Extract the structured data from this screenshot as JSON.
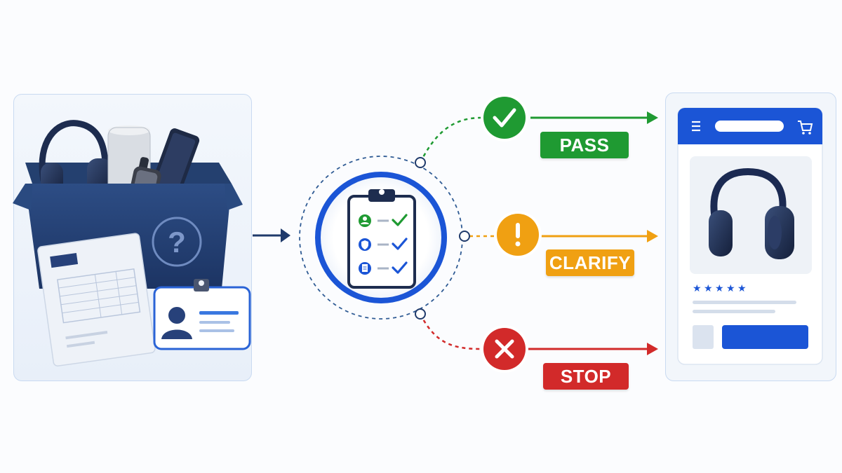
{
  "outcomes": {
    "pass": {
      "label": "PASS",
      "color": "#1f9a32",
      "icon": "checkmark-icon"
    },
    "clarify": {
      "label": "CLARIFY",
      "color": "#f0a012",
      "icon": "exclamation-icon"
    },
    "stop": {
      "label": "STOP",
      "color": "#d22a2a",
      "icon": "x-mark-icon"
    }
  },
  "source": {
    "icons": [
      "box-icon",
      "headphones-icon",
      "smart-speaker-icon",
      "smartwatch-icon",
      "phone-icon",
      "question-mark-icon",
      "invoice-document-icon",
      "id-badge-icon"
    ]
  },
  "validator": {
    "icons": [
      "clipboard-icon",
      "user-icon",
      "shield-icon",
      "document-icon",
      "checkmark-icon"
    ]
  },
  "listing": {
    "icons": [
      "menu-icon",
      "cart-icon",
      "headphones-icon",
      "star-icon"
    ],
    "rating_stars": 5
  },
  "colors": {
    "primary_blue": "#1b55d6",
    "navy": "#1f3a6b",
    "pass": "#1f9a32",
    "clarify": "#f0a012",
    "stop": "#d22a2a"
  }
}
